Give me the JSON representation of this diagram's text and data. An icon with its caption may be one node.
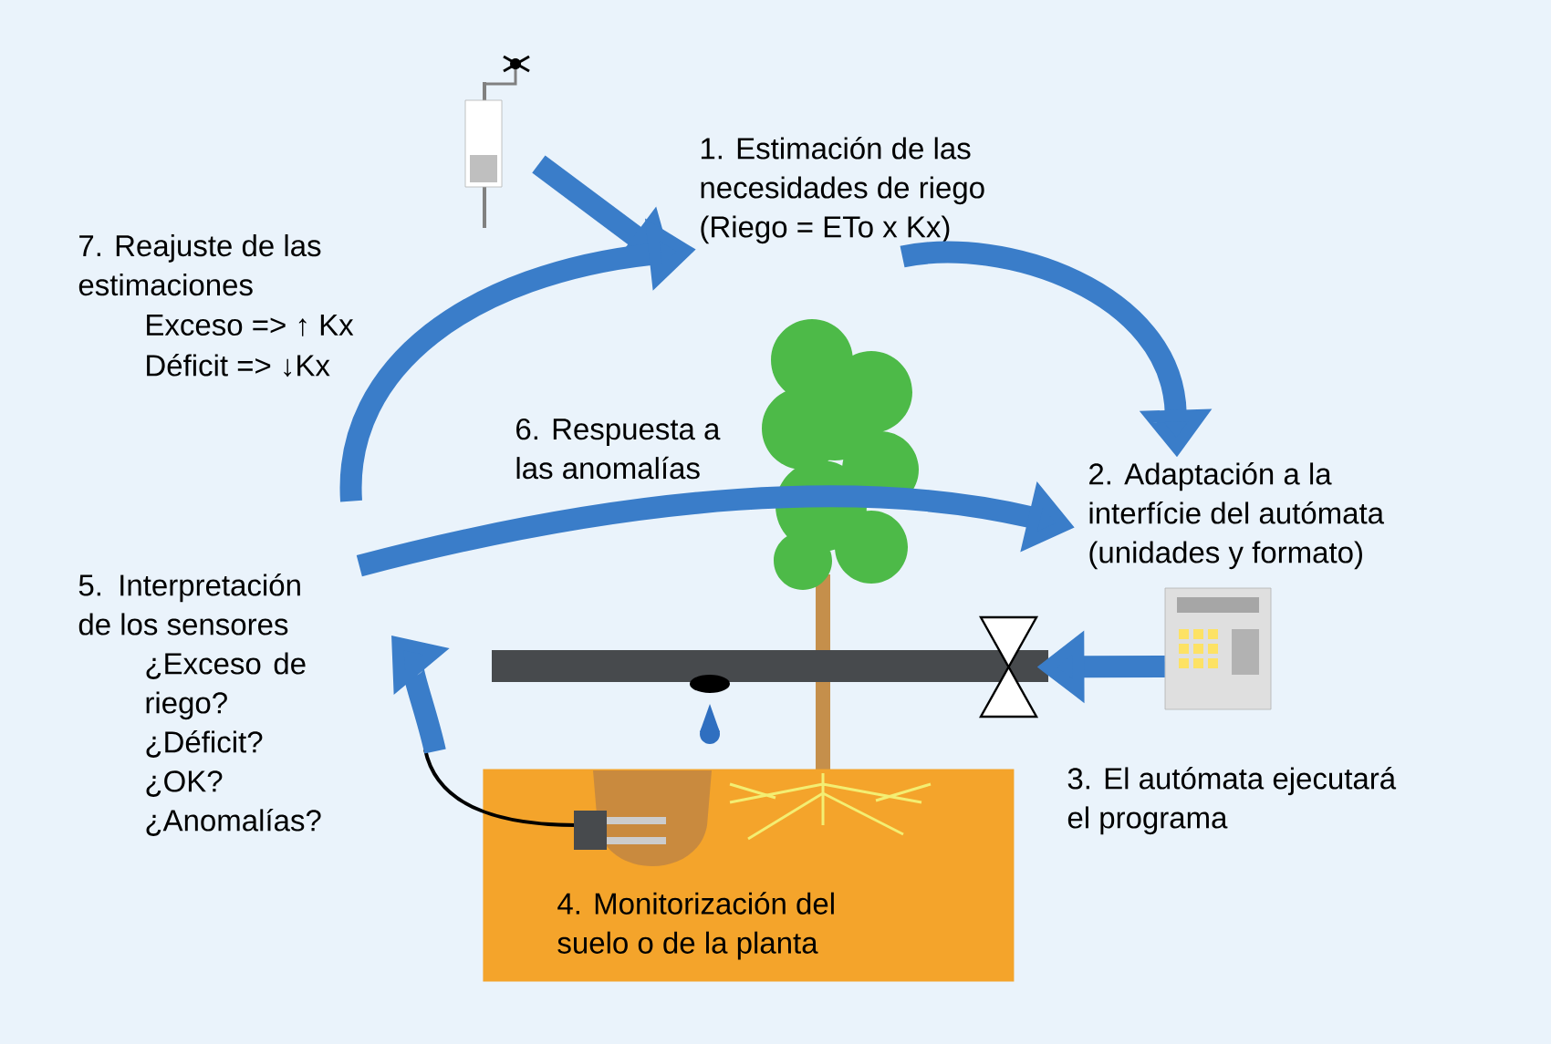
{
  "diagram": {
    "nodes": [
      {
        "text": [],
        "shape": "picture"
      },
      {
        "text": [
          "1. Estimación de las necesidades de riego (Riego = ETo x Kx)"
        ]
      },
      {
        "text": [
          "2. Adaptación a la interfície del autómata (unidades y formato)"
        ]
      },
      {
        "text": [],
        "shape": "picture",
        "beside": [
          "3. El autómata ejecutará el programa"
        ]
      },
      {
        "text": [],
        "shape": "picture"
      },
      {
        "text": [
          "4. Monitorización del suelo o de la planta"
        ]
      },
      {
        "text": [
          "5. Interpretación de los sensores",
          "¿Exceso de riego?",
          "¿Déficit?",
          "¿OK?",
          "¿Anomalías?"
        ]
      }
    ],
    "edges": [
      {
        "from": 0,
        "to": 1,
        "arrow": "to"
      },
      {
        "from": 1,
        "to": 2,
        "arrow": "to"
      },
      {
        "from": 3,
        "to": 4,
        "arrow": "to"
      },
      {
        "from": 5,
        "to": 6,
        "arrow": "to"
      },
      {
        "from": 6,
        "to": 1,
        "arrow": "to"
      },
      {
        "from": 6,
        "to": 2,
        "arrow": "to"
      }
    ],
    "labels": [
      "7. Reajuste de las estimaciones",
      "Exceso => ↑ Kx",
      "Déficit => ↓Kx",
      "6. Respuesta a las anomalías"
    ]
  }
}
